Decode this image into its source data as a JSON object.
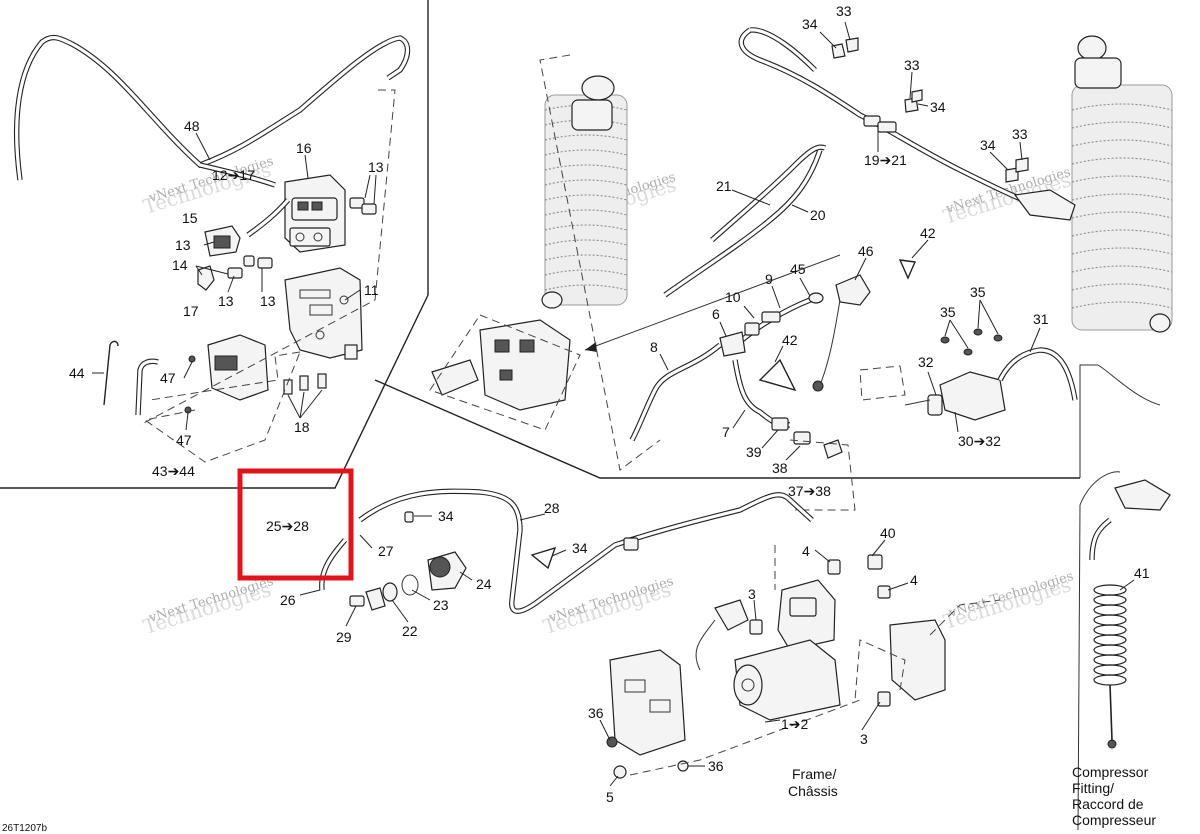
{
  "callouts": [
    {
      "id": "c48",
      "text": "48"
    },
    {
      "id": "c16",
      "text": "16"
    },
    {
      "id": "c12",
      "text": "12➔17"
    },
    {
      "id": "c13a",
      "text": "13"
    },
    {
      "id": "c15",
      "text": "15"
    },
    {
      "id": "c13b",
      "text": "13"
    },
    {
      "id": "c14",
      "text": "14"
    },
    {
      "id": "c13c",
      "text": "13"
    },
    {
      "id": "c13d",
      "text": "13"
    },
    {
      "id": "c17",
      "text": "17"
    },
    {
      "id": "c11",
      "text": "11"
    },
    {
      "id": "c44",
      "text": "44"
    },
    {
      "id": "c47a",
      "text": "47"
    },
    {
      "id": "c47b",
      "text": "47"
    },
    {
      "id": "c18",
      "text": "18"
    },
    {
      "id": "c43",
      "text": "43➔44"
    },
    {
      "id": "c34a",
      "text": "34"
    },
    {
      "id": "c33a",
      "text": "33"
    },
    {
      "id": "c33b",
      "text": "33"
    },
    {
      "id": "c34b",
      "text": "34"
    },
    {
      "id": "c34c",
      "text": "34"
    },
    {
      "id": "c33c",
      "text": "33"
    },
    {
      "id": "c19",
      "text": "19➔21"
    },
    {
      "id": "c21",
      "text": "21"
    },
    {
      "id": "c20",
      "text": "20"
    },
    {
      "id": "c42a",
      "text": "42"
    },
    {
      "id": "c46",
      "text": "46"
    },
    {
      "id": "c9",
      "text": "9"
    },
    {
      "id": "c45",
      "text": "45"
    },
    {
      "id": "c10",
      "text": "10"
    },
    {
      "id": "c6",
      "text": "6"
    },
    {
      "id": "c42b",
      "text": "42"
    },
    {
      "id": "c8",
      "text": "8"
    },
    {
      "id": "c7",
      "text": "7"
    },
    {
      "id": "c39",
      "text": "39"
    },
    {
      "id": "c38",
      "text": "38"
    },
    {
      "id": "c37",
      "text": "37➔38"
    },
    {
      "id": "c35a",
      "text": "35"
    },
    {
      "id": "c35b",
      "text": "35"
    },
    {
      "id": "c31",
      "text": "31"
    },
    {
      "id": "c32",
      "text": "32"
    },
    {
      "id": "c30",
      "text": "30➔32"
    },
    {
      "id": "c25",
      "text": "25➔28"
    },
    {
      "id": "c34d",
      "text": "34"
    },
    {
      "id": "c28",
      "text": "28"
    },
    {
      "id": "c27",
      "text": "27"
    },
    {
      "id": "c34e",
      "text": "34"
    },
    {
      "id": "c24",
      "text": "24"
    },
    {
      "id": "c26",
      "text": "26"
    },
    {
      "id": "c23",
      "text": "23"
    },
    {
      "id": "c29",
      "text": "29"
    },
    {
      "id": "c22",
      "text": "22"
    },
    {
      "id": "c40",
      "text": "40"
    },
    {
      "id": "c4a",
      "text": "4"
    },
    {
      "id": "c4b",
      "text": "4"
    },
    {
      "id": "c3a",
      "text": "3"
    },
    {
      "id": "c36a",
      "text": "36"
    },
    {
      "id": "c1",
      "text": "1➔2"
    },
    {
      "id": "c3b",
      "text": "3"
    },
    {
      "id": "c36b",
      "text": "36"
    },
    {
      "id": "c5",
      "text": "5"
    },
    {
      "id": "c41",
      "text": "41"
    }
  ],
  "captions": {
    "frame": [
      "Frame/",
      "Châssis"
    ],
    "compressor": [
      "Compressor",
      "Fitting/",
      "Raccord de",
      "Compresseur"
    ]
  },
  "part_reference": "26T1207b",
  "watermark": {
    "line1": "vNext Technologies",
    "line2": "Technologies"
  },
  "highlight": {
    "color": "#e1141b",
    "target": "25➔28"
  }
}
